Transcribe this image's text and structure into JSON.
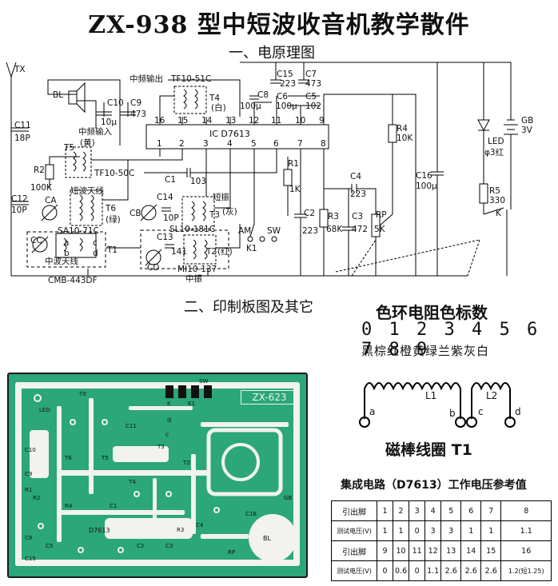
{
  "title": "ZX-938 型中短波收音机教学散件",
  "section1": "一、电原理图",
  "section2": "二、印制板图及其它",
  "schematic": {
    "labels": {
      "tx": "TX",
      "bl": "BL",
      "c10": "C10",
      "c10v": "10μ",
      "c9": "C9",
      "c9v": "473",
      "if_out": "中频输出",
      "tf1051c": "TF10-51C",
      "t4": "T4",
      "t4b": "(白)",
      "c8": "C8",
      "c8v": "100μ",
      "c15": "C15",
      "c15v": "223",
      "c7": "C7",
      "c7v": "473",
      "c6": "C6",
      "c6v": "100μ",
      "c5": "C5",
      "c5v": "102",
      "ic": "IC  D7613",
      "c11": "C11",
      "c11v": "18P",
      "if_in": "中频输入",
      "t5": "T5",
      "t5y": "(黄)",
      "r2": "R2",
      "r2v": "100K",
      "tf1050c": "TF10-50C",
      "c1": "C1",
      "c1v": "103",
      "r1": "R1",
      "r1v": "1K",
      "r4": "R4",
      "r4v": "10K",
      "c4": "C4",
      "c4v": "223",
      "c16": "C16",
      "c16v": "100μ",
      "led": "LED",
      "ledc": "φ3红",
      "gb": "GB",
      "gbv": "3V",
      "r5": "R5",
      "r5v": "330",
      "k": "K",
      "c12": "C12",
      "c12v": "10P",
      "ca": "CA",
      "sw_ant": "短波天线",
      "t6": "T6",
      "t6c": "(绿)",
      "c14": "C14",
      "c14v": "10P",
      "cb": "CB",
      "sw_osc": "短振",
      "t3": "T3",
      "t3c": "(灰)",
      "am": "AM",
      "sw": "SW",
      "k1": "K1",
      "c2": "C2",
      "c2v": "223",
      "r3": "R3",
      "r3v": "68K",
      "c3": "C3",
      "c3v": "472",
      "rp": "RP",
      "rpv": "5K",
      "cc": "CC",
      "sa": "SA10-71C",
      "mw_ant": "中波天线",
      "t1": "T1",
      "c13": "C13",
      "c13v": "141",
      "sl": "SL10-181C",
      "cd": "CD",
      "t2": "T2",
      "t2c": "(红)",
      "mi": "MI10-137",
      "mw_osc": "中振",
      "cmb": "CMB-443DF",
      "pa": "a",
      "pb": "b",
      "pc": "c",
      "pd": "d",
      "ic_pins_top": [
        "16",
        "15",
        "14",
        "13",
        "12",
        "11",
        "10",
        "9"
      ],
      "ic_pins_bot": [
        "1",
        "2",
        "3",
        "4",
        "5",
        "6",
        "7",
        "8"
      ]
    }
  },
  "pcb": {
    "model": "ZX-623",
    "labels": {
      "tx": "TX",
      "d7613": "D7613",
      "d": "d",
      "c": "c",
      "led": "LED",
      "sw": "SW",
      "k": "K",
      "k1": "K1",
      "bl": "BL",
      "gb": "GB",
      "t2": "T2",
      "t3": "T3",
      "t4": "T4",
      "t5": "T5",
      "t6": "T6",
      "r1": "R1",
      "r2": "R2",
      "r3": "R3",
      "r4": "R4",
      "c1": "C1",
      "c2": "C2",
      "c3": "C3",
      "c4": "C4",
      "c5": "C5",
      "c8": "C8",
      "c9": "C9",
      "c10": "C10",
      "c11": "C11",
      "c15": "C15",
      "c16": "C16",
      "rp": "RP"
    }
  },
  "color_code": {
    "title": "色环电阻色标数",
    "digits": "0 1 2 3 4 5 6 7 8 9",
    "colors": "黑棕红橙黄绿兰紫灰白"
  },
  "coil": {
    "l1": "L1",
    "l2": "L2",
    "a": "a",
    "b": "b",
    "c": "c",
    "d": "d",
    "caption": "磁棒线圈 T1"
  },
  "voltage_table": {
    "title": "集成电路（D7613）工作电压参考值",
    "rows": [
      [
        "引出脚",
        "1",
        "2",
        "3",
        "4",
        "5",
        "6",
        "7",
        "8"
      ],
      [
        "测试电压(V)",
        "1",
        "1",
        "0",
        "3",
        "3",
        "1",
        "1",
        "1.1"
      ],
      [
        "引出脚",
        "9",
        "10",
        "11",
        "12",
        "13",
        "14",
        "15",
        "16"
      ],
      [
        "测试电压(V)",
        "0",
        "0.6",
        "0",
        "1.1",
        "2.6",
        "2.6",
        "2.6",
        "1.2(短1.25)"
      ]
    ]
  }
}
